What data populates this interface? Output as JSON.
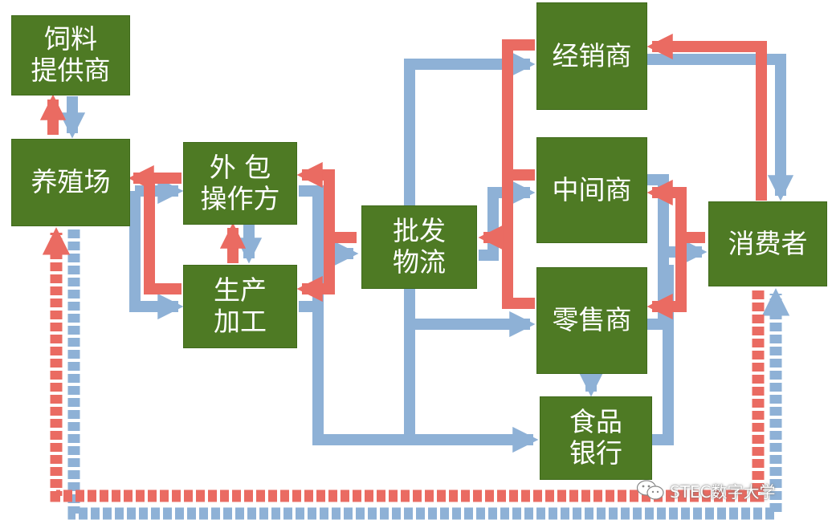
{
  "colors": {
    "box_fill": "#4e7a24",
    "box_text": "#ffffff",
    "red_flow": "#ea6b62",
    "blue_flow": "#8eb1d6",
    "background": "#ffffff"
  },
  "nodes": {
    "feed_supplier": [
      "饲料",
      "提供商"
    ],
    "farm": [
      "养殖场"
    ],
    "outsourcing": [
      "外 包",
      "操作方"
    ],
    "processing": [
      "生产",
      "加工"
    ],
    "wholesale_logistics": [
      "批发",
      "物流"
    ],
    "distributor": [
      "经销商"
    ],
    "middleman": [
      "中间商"
    ],
    "retailer": [
      "零售商"
    ],
    "food_bank": [
      "食品",
      "银行"
    ],
    "consumer": [
      "消费者"
    ]
  },
  "watermark": {
    "text": "STEC数字大学",
    "icon": "wechat-icon"
  }
}
